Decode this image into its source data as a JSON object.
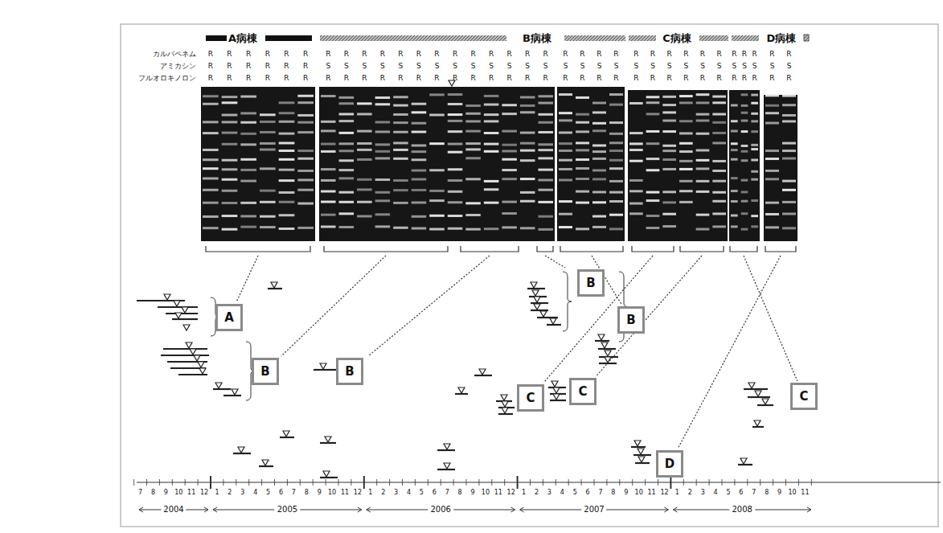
{
  "diagram": {
    "nodes": [
      {
        "text": [
          "A"
        ]
      },
      {
        "text": [
          "B"
        ]
      },
      {
        "text": [
          "B"
        ]
      },
      {
        "text": [
          "B"
        ]
      },
      {
        "text": [
          "B"
        ]
      },
      {
        "text": [
          "C"
        ]
      },
      {
        "text": [
          "C"
        ]
      },
      {
        "text": [
          "C"
        ]
      },
      {
        "text": [
          "D"
        ]
      }
    ],
    "labels": [
      "A病棟",
      "B病棟",
      "C病棟",
      "D病棟",
      "カルバペネム",
      "アミカシン",
      "フルオロキノロン",
      "R",
      "R",
      "R",
      "R",
      "R",
      "R",
      "R",
      "R",
      "R",
      "R",
      "R",
      "R",
      "R",
      "R",
      "R",
      "R",
      "R",
      "R",
      "R",
      "R",
      "R",
      "R",
      "R",
      "R",
      "R",
      "R",
      "R",
      "R",
      "R",
      "R",
      "R",
      "R",
      "R",
      "R",
      "R",
      "R",
      "R",
      "R",
      "R",
      "R",
      "S",
      "S",
      "S",
      "S",
      "S",
      "S",
      "S",
      "S",
      "S",
      "S",
      "S",
      "S",
      "S",
      "S",
      "S",
      "S",
      "S",
      "S",
      "S",
      "S",
      "S",
      "S",
      "S",
      "S",
      "S",
      "S",
      "S",
      "S",
      "R",
      "R",
      "R",
      "R",
      "R",
      "R",
      "R",
      "R",
      "R",
      "R",
      "R",
      "R",
      "R",
      "R",
      "R",
      "R",
      "R",
      "R",
      "R",
      "R",
      "R",
      "R",
      "R",
      "R",
      "R",
      "R",
      "R",
      "R",
      "R",
      "R",
      "R",
      "R",
      "R",
      "R",
      "7",
      "8",
      "9",
      "10",
      "11",
      "12",
      "1",
      "2",
      "3",
      "4",
      "5",
      "6",
      "7",
      "8",
      "9",
      "10",
      "11",
      "12",
      "1",
      "2",
      "3",
      "4",
      "5",
      "6",
      "7",
      "8",
      "9",
      "10",
      "11",
      "12",
      "1",
      "2",
      "3",
      "4",
      "5",
      "6",
      "7",
      "8",
      "9",
      "10",
      "11",
      "12",
      "1",
      "2",
      "3",
      "4",
      "5",
      "6",
      "7",
      "8",
      "9",
      "10",
      "11",
      "2004",
      "2005",
      "2006",
      "2007",
      "2008"
    ]
  }
}
